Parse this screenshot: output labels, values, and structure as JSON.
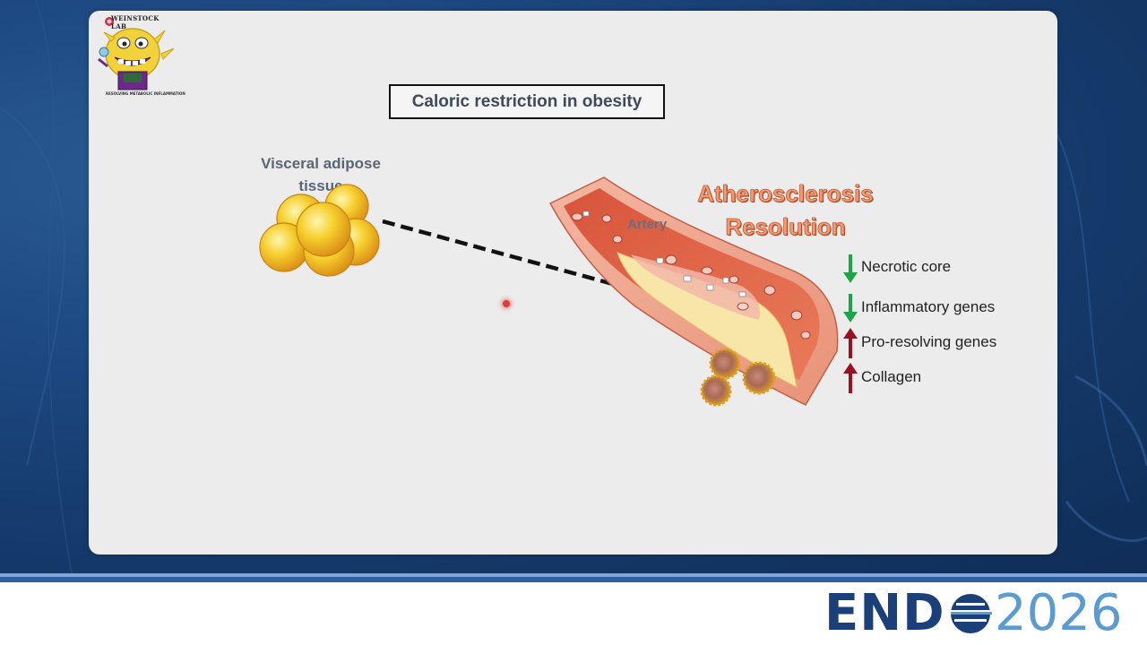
{
  "slide": {
    "lab_logo": {
      "title": "WEINSTOCK LAB",
      "subtitle": "RESOLVING METABOLIC INFLAMMATION"
    },
    "title": "Caloric restriction in obesity",
    "source_label": "Visceral adipose tissue",
    "target_title_line1": "Atherosclerosis",
    "target_title_line2": "Resolution",
    "artery_label": "Artery",
    "effects": [
      {
        "label": "Necrotic core",
        "direction": "down",
        "color": "#1fa34a"
      },
      {
        "label": "Inflammatory genes",
        "direction": "down",
        "color": "#1fa34a"
      },
      {
        "label": "Pro-resolving genes",
        "direction": "up",
        "color": "#9b1020"
      },
      {
        "label": "Collagen",
        "direction": "up",
        "color": "#9b1020"
      }
    ]
  },
  "footer": {
    "brand_bold": "END",
    "brand_year": "2026"
  },
  "colors": {
    "background": "#1c4780",
    "slide": "#ececec",
    "title_accent": "#ef9a72",
    "down_arrow": "#1fa34a",
    "up_arrow": "#9b1020",
    "brand_dark": "#1b3f78",
    "brand_light": "#5b9bd0"
  }
}
